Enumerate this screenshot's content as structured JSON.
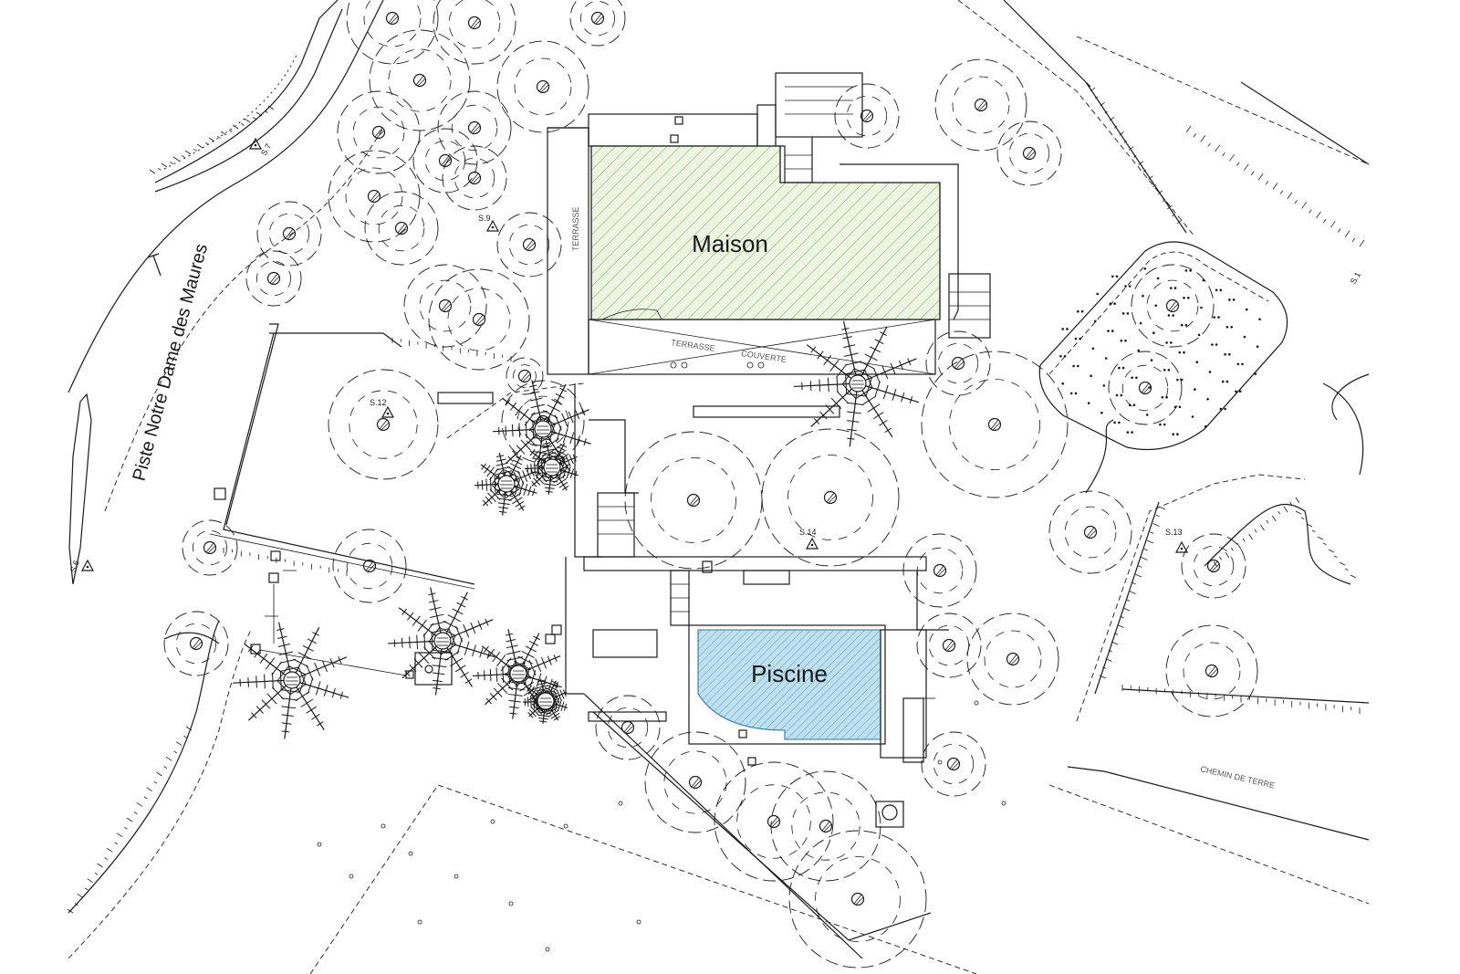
{
  "labels": {
    "house": "Maison",
    "pool": "Piscine",
    "road": "Piste Notre Dame des Maures",
    "terrace": "TERRASSE",
    "covered_terrace_a": "TERRASSE",
    "covered_terrace_b": "COUVERTE",
    "dirt_path": "CHEMIN DE TERRE"
  },
  "survey_points": [
    "S.6",
    "S.7",
    "S.9",
    "S.12",
    "S.13",
    "S.14",
    "S.1"
  ],
  "colors": {
    "line": "#1a1a1a",
    "house_fill": "#e8f0d8",
    "house_hatch": "#8fb870",
    "pool_fill": "#bfe0ee",
    "pool_hatch": "#3a8fb0",
    "background": "#ffffff"
  },
  "icons": {
    "tree": "tree-canopy-icon",
    "palm": "palm-tree-icon",
    "survey": "survey-marker-icon"
  }
}
